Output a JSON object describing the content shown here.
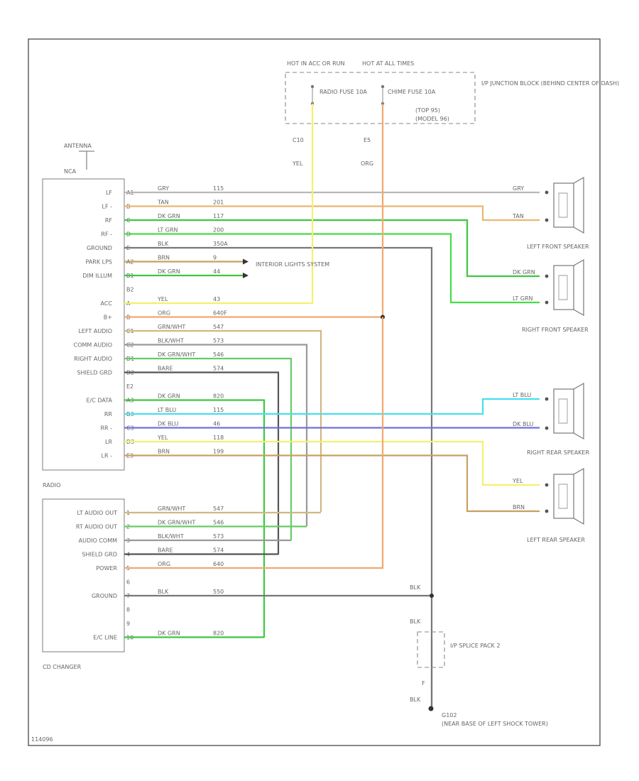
{
  "fuse_block": {
    "col1_header": "HOT IN ACC OR RUN",
    "col2_header": "HOT AT ALL TIMES",
    "fuse1_label": "RADIO FUSE 10A",
    "fuse2_label": "CHIME FUSE 10A",
    "fuse2_pins": [
      "(TOP 95)",
      "(MODEL 96)"
    ],
    "title": "I/P JUNCTION BLOCK (BEHIND CENTER OF DASH)",
    "pin1": "C10",
    "pin2": "E5"
  },
  "antenna": {
    "label": "ANTENNA",
    "sub": "NCA"
  },
  "radio": {
    "label": "RADIO",
    "pins": [
      "LF",
      "LF -",
      "RF",
      "RF -",
      "GROUND",
      "PARK LPS",
      "DIM ILLUM",
      "",
      "ACC",
      "B+",
      "LEFT AUDIO",
      "COMM AUDIO",
      "RIGHT AUDIO",
      "SHIELD GRD",
      "",
      "E/C DATA",
      "RR",
      "RR -",
      "LR",
      "LR -"
    ]
  },
  "wires": [
    {
      "pin": "A1",
      "color": "GRY",
      "circuit": "115",
      "hex": "#b8b8b8"
    },
    {
      "pin": "B",
      "color": "TAN",
      "circuit": "201",
      "hex": "#e8b870"
    },
    {
      "pin": "C",
      "color": "DK GRN",
      "circuit": "117",
      "hex": "#3cc83c"
    },
    {
      "pin": "D",
      "color": "LT GRN",
      "circuit": "200",
      "hex": "#44dd44"
    },
    {
      "pin": "E",
      "color": "BLK",
      "circuit": "350A",
      "hex": "#777777"
    },
    {
      "pin": "A2",
      "color": "BRN",
      "circuit": "9",
      "hex": "#c8a060"
    },
    {
      "pin": "B1",
      "color": "DK GRN",
      "circuit": "44",
      "hex": "#3cc83c"
    },
    {
      "pin": "B2",
      "color": "",
      "circuit": "",
      "hex": ""
    },
    {
      "pin": "A",
      "color": "YEL",
      "circuit": "43",
      "hex": "#f4f070"
    },
    {
      "pin": "B",
      "color": "ORG",
      "circuit": "640F",
      "hex": "#f0a870"
    },
    {
      "pin": "C1",
      "color": "GRN/WHT",
      "circuit": "547",
      "hex": "#d0b880"
    },
    {
      "pin": "C2",
      "color": "BLK/WHT",
      "circuit": "573",
      "hex": "#999999"
    },
    {
      "pin": "D1",
      "color": "DK GRN/WHT",
      "circuit": "546",
      "hex": "#66cc66"
    },
    {
      "pin": "D2",
      "color": "BARE",
      "circuit": "574",
      "hex": "#555555"
    },
    {
      "pin": "E2",
      "color": "",
      "circuit": "",
      "hex": ""
    },
    {
      "pin": "A3",
      "color": "DK GRN",
      "circuit": "820",
      "hex": "#3cc83c"
    },
    {
      "pin": "B3",
      "color": "LT BLU",
      "circuit": "115",
      "hex": "#44e0f0"
    },
    {
      "pin": "C3",
      "color": "DK BLU",
      "circuit": "46",
      "hex": "#7070e0"
    },
    {
      "pin": "D3",
      "color": "YEL",
      "circuit": "118",
      "hex": "#f4f070"
    },
    {
      "pin": "E3",
      "color": "BRN",
      "circuit": "199",
      "hex": "#c8a060"
    }
  ],
  "interior_lights": "INTERIOR LIGHTS SYSTEM",
  "fuse_wire_colors": [
    "YEL",
    "ORG"
  ],
  "speakers": [
    {
      "label": "LEFT FRONT SPEAKER",
      "wires": [
        "GRY",
        "TAN"
      ]
    },
    {
      "label": "RIGHT FRONT SPEAKER",
      "wires": [
        "DK GRN",
        "LT GRN"
      ]
    },
    {
      "label": "RIGHT REAR SPEAKER",
      "wires": [
        "LT BLU",
        "DK BLU"
      ]
    },
    {
      "label": "LEFT REAR SPEAKER",
      "wires": [
        "YEL",
        "BRN"
      ]
    }
  ],
  "cd_changer": {
    "label": "CD CHANGER",
    "pins": [
      "LT AUDIO OUT",
      "RT AUDIO OUT",
      "AUDIO COMM",
      "SHIELD GRD",
      "POWER",
      "",
      "GROUND",
      "",
      "",
      "E/C LINE"
    ],
    "wires": [
      {
        "pin": "1",
        "color": "GRN/WHT",
        "circuit": "547",
        "hex": "#d0b880"
      },
      {
        "pin": "2",
        "color": "DK GRN/WHT",
        "circuit": "546",
        "hex": "#66cc66"
      },
      {
        "pin": "3",
        "color": "BLK/WHT",
        "circuit": "573",
        "hex": "#999999"
      },
      {
        "pin": "4",
        "color": "BARE",
        "circuit": "574",
        "hex": "#555555"
      },
      {
        "pin": "5",
        "color": "ORG",
        "circuit": "640",
        "hex": "#f0a870"
      },
      {
        "pin": "6",
        "color": "",
        "circuit": "",
        "hex": ""
      },
      {
        "pin": "7",
        "color": "BLK",
        "circuit": "550",
        "hex": "#777777"
      },
      {
        "pin": "8",
        "color": "",
        "circuit": "",
        "hex": ""
      },
      {
        "pin": "9",
        "color": "",
        "circuit": "",
        "hex": ""
      },
      {
        "pin": "10",
        "color": "DK GRN",
        "circuit": "820",
        "hex": "#3cc83c"
      }
    ]
  },
  "ground": {
    "wire_label": "BLK",
    "splice_label": "I/P SPLICE PACK 2",
    "splice_pin": "F",
    "ground_id": "G102",
    "ground_location": "(NEAR BASE OF LEFT SHOCK TOWER)"
  },
  "footer_code": "114096"
}
